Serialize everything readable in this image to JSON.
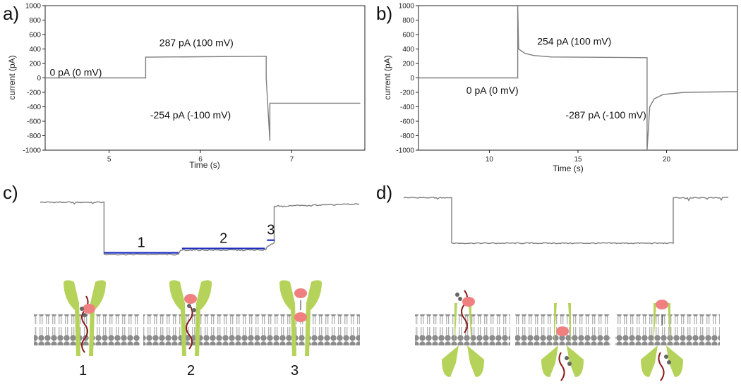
{
  "panel_letters": {
    "a": "a)",
    "b": "b)",
    "c": "c)",
    "d": "d)"
  },
  "colors": {
    "trace": "#7f7f7f",
    "segment": "#1f2fbf",
    "pore": "#b5d35a",
    "membrane_head": "#8c8c8c",
    "protein": "#f08080",
    "dna": "#8b1a1a"
  },
  "chart_data": [
    {
      "id": "a",
      "type": "line",
      "title": "",
      "xlabel": "Time (s)",
      "ylabel": "current (pA)",
      "xlim": [
        4.3,
        7.8
      ],
      "ylim": [
        -1000,
        1000
      ],
      "xticks": [
        5,
        6,
        7
      ],
      "yticks": [
        1000,
        800,
        600,
        400,
        200,
        0,
        -200,
        -400,
        -600,
        -800,
        -1000
      ],
      "grid": false,
      "series": [
        {
          "x": [
            4.3,
            5.4,
            5.4,
            6.72,
            6.72,
            6.76,
            6.76,
            7.75
          ],
          "y": [
            0,
            0,
            287,
            300,
            0,
            -870,
            -350,
            -350
          ]
        }
      ],
      "annotations": [
        {
          "text": "0 pA (0 mV)",
          "x": 4.35,
          "y": 30
        },
        {
          "text": "287 pA (100 mV)",
          "x": 5.55,
          "y": 440
        },
        {
          "text": "-254 pA (-100 mV)",
          "x": 5.45,
          "y": -560
        }
      ]
    },
    {
      "id": "b",
      "type": "line",
      "title": "",
      "xlabel": "Time (s)",
      "ylabel": "current (pA)",
      "xlim": [
        6,
        24
      ],
      "ylim": [
        -1000,
        1000
      ],
      "xticks": [
        10,
        15,
        20
      ],
      "yticks": [
        1000,
        800,
        600,
        400,
        200,
        0,
        -200,
        -400,
        -600,
        -800,
        -1000
      ],
      "grid": false,
      "series": [
        {
          "x": [
            6,
            11.6,
            11.6,
            11.65,
            12,
            12.5,
            13.5,
            18.9,
            18.9,
            19.05,
            19.3,
            19.8,
            21,
            24
          ],
          "y": [
            0,
            0,
            1000,
            400,
            340,
            310,
            290,
            280,
            -1000,
            -400,
            -290,
            -230,
            -200,
            -190
          ]
        }
      ],
      "annotations": [
        {
          "text": "254 pA (100 mV)",
          "x": 12.7,
          "y": 460
        },
        {
          "text": "0 pA (0 mV)",
          "x": 8.7,
          "y": -220
        },
        {
          "text": "-287 pA (-100 mV)",
          "x": 14.3,
          "y": -560
        }
      ]
    },
    {
      "id": "c",
      "type": "line",
      "series": [
        {
          "x": [
            0,
            90,
            90,
            195,
            198,
            318,
            320,
            330,
            330,
            450
          ],
          "y": [
            95,
            95,
            0,
            0,
            8,
            8,
            14,
            22,
            88,
            92
          ]
        }
      ],
      "segments": [
        {
          "label": "1",
          "x0": 90,
          "x1": 195,
          "y": 3
        },
        {
          "label": "2",
          "x0": 200,
          "x1": 317,
          "y": 11
        },
        {
          "label": "3",
          "x0": 320,
          "x1": 331,
          "y": 26
        }
      ]
    },
    {
      "id": "d",
      "type": "line",
      "series": [
        {
          "x": [
            0,
            68,
            68,
            382,
            382,
            460
          ],
          "y": [
            95,
            95,
            0,
            0,
            95,
            95
          ]
        }
      ]
    }
  ],
  "schematic_c": {
    "labels": [
      "1",
      "2",
      "3"
    ]
  }
}
